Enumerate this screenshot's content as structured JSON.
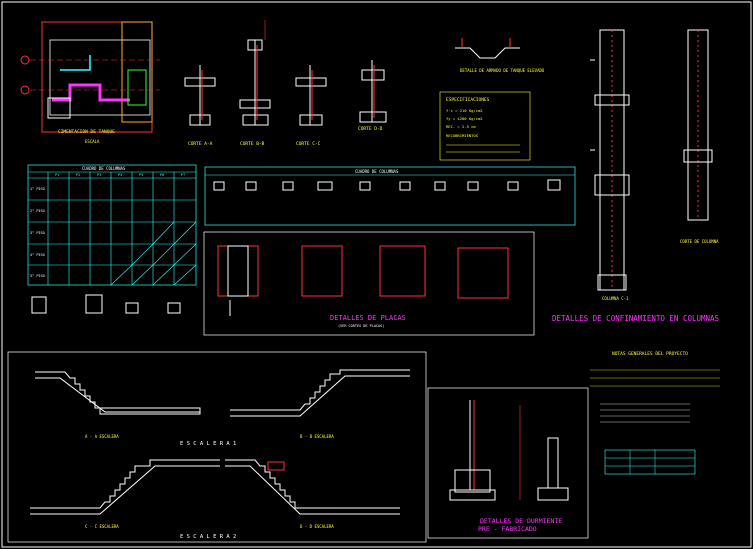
{
  "colors": {
    "background": "#000000",
    "frame": "#ffffff",
    "title": "#ff33ff",
    "note": "#ffff33",
    "table": "#33ffff",
    "section": "#ff3333",
    "green": "#33ff33"
  },
  "titles": {
    "details_confinement": "DETALLES DE CONFINAMIENTO EN COLUMNAS",
    "details_plates": "DETALLES DE PLACAS",
    "details_plates_sub": "(VER CORTES DE PLACAS)",
    "details_precast": "DETALLES DE DURMIENTE",
    "details_precast_sub": "PRE - FABRICADO",
    "escalera_1": "E S C A L E R A   1",
    "escalera_2": "E S C A L E R A   2"
  },
  "notes": {
    "header": "ESPECIFICACIONES",
    "general_header": "NOTAS GENERALES DEL PROYECTO",
    "lines": [
      "f'c = 210 Kg/cm2",
      "fy = 4200 Kg/cm2",
      "REC. = 2.5 cm",
      "RECUBRIMIENTOS"
    ]
  },
  "tables": {
    "columns_header": "CUADRO DE COLUMNAS",
    "columns_cols": [
      "P1",
      "P2",
      "P3",
      "P4",
      "P5",
      "P6",
      "P7"
    ],
    "columns_rows": [
      "1° PISO",
      "2° PISO",
      "3° PISO",
      "4° PISO",
      "5° PISO"
    ],
    "columns2_header": "CUADRO DE COLUMNAS"
  },
  "cuts": {
    "corte_a": "CORTE A-A",
    "corte_b": "CORTE B-B",
    "corte_c": "CORTE C-C",
    "corte_d": "CORTE D-D",
    "detalle_armado": "DETALLE DE ARMADO DE TANQUE ELEVADO",
    "columna": "COLUMNA C-1",
    "corte_col": "CORTE DE COLUMNA"
  },
  "stairs": {
    "label_aa": "A - A  ESCALERA",
    "label_bb": "B - B  ESCALERA",
    "label_cc": "C - C  ESCALERA",
    "label_dd": "D - D  ESCALERA"
  },
  "plan_labels": {
    "cimentacion": "CIMENTACION DE TANQUE",
    "escala": "ESCALA"
  }
}
